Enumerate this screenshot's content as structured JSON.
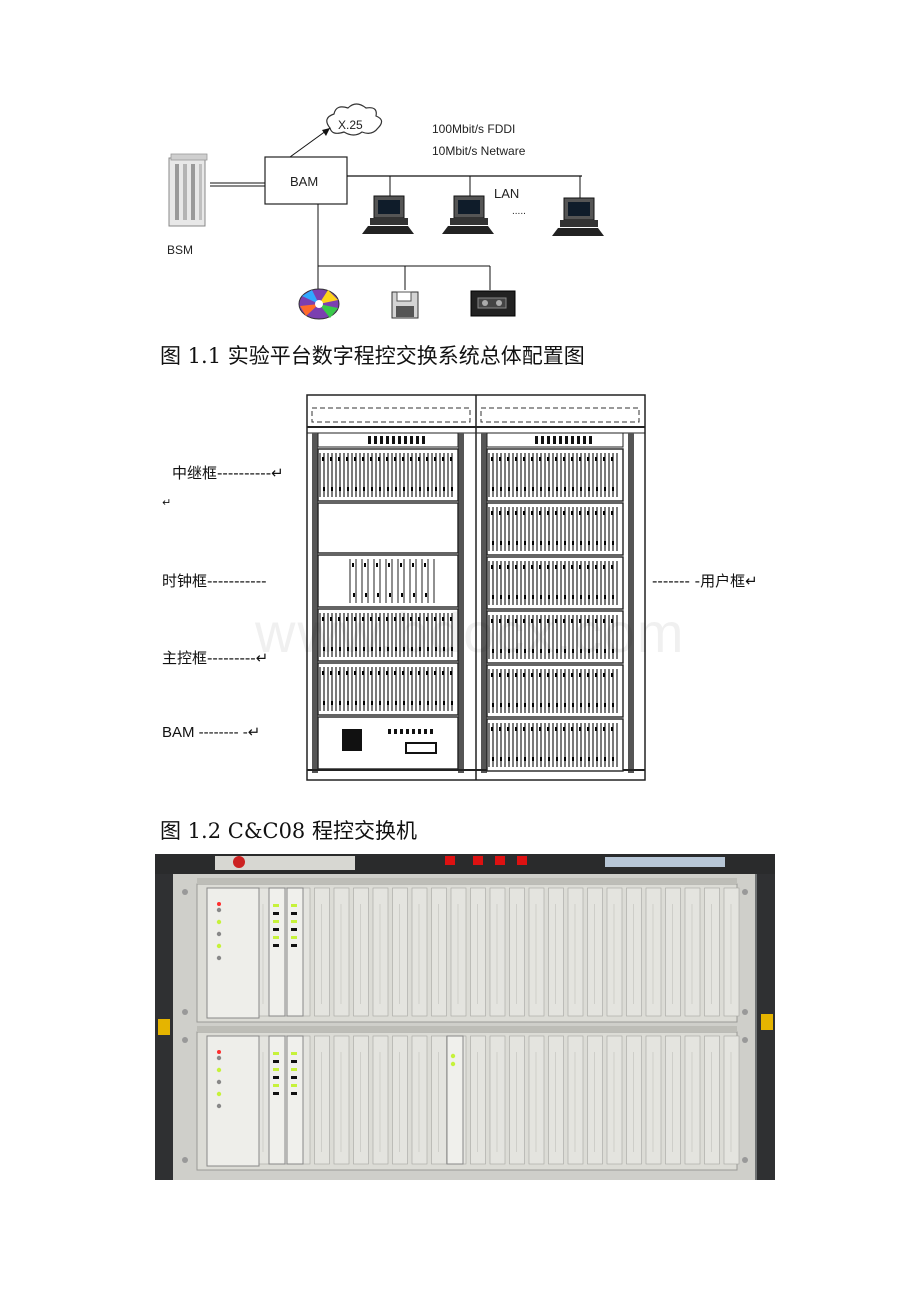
{
  "figure1": {
    "caption": "图 1.1 实验平台数字程控交换系统总体配置图",
    "labels": {
      "x25": "X.25",
      "fddi": "100Mbit/s FDDI",
      "netware": "10Mbit/s Netware",
      "bam": "BAM",
      "lan": "LAN",
      "ellipsis": ".....",
      "bsm": "BSM"
    }
  },
  "figure2": {
    "caption": "图 1.2 C&C08 程控交换机",
    "labels": {
      "trunk": "中继框----------↵",
      "blank": "↵",
      "clock": "时钟框-----------",
      "main": "主控框---------↵",
      "bam": "BAM -------- -↵",
      "user": "------- -用户框↵"
    }
  },
  "figure3": {
    "alt": "",
    "description_hidden": ""
  },
  "watermark": "www.bdocx.com",
  "colors": {
    "rack_bg": "#7d7f80",
    "panel": "#d9d9d3",
    "dark": "#1a1a1a",
    "led_green": "#c6f23a",
    "led_red": "#ff2d2d"
  }
}
